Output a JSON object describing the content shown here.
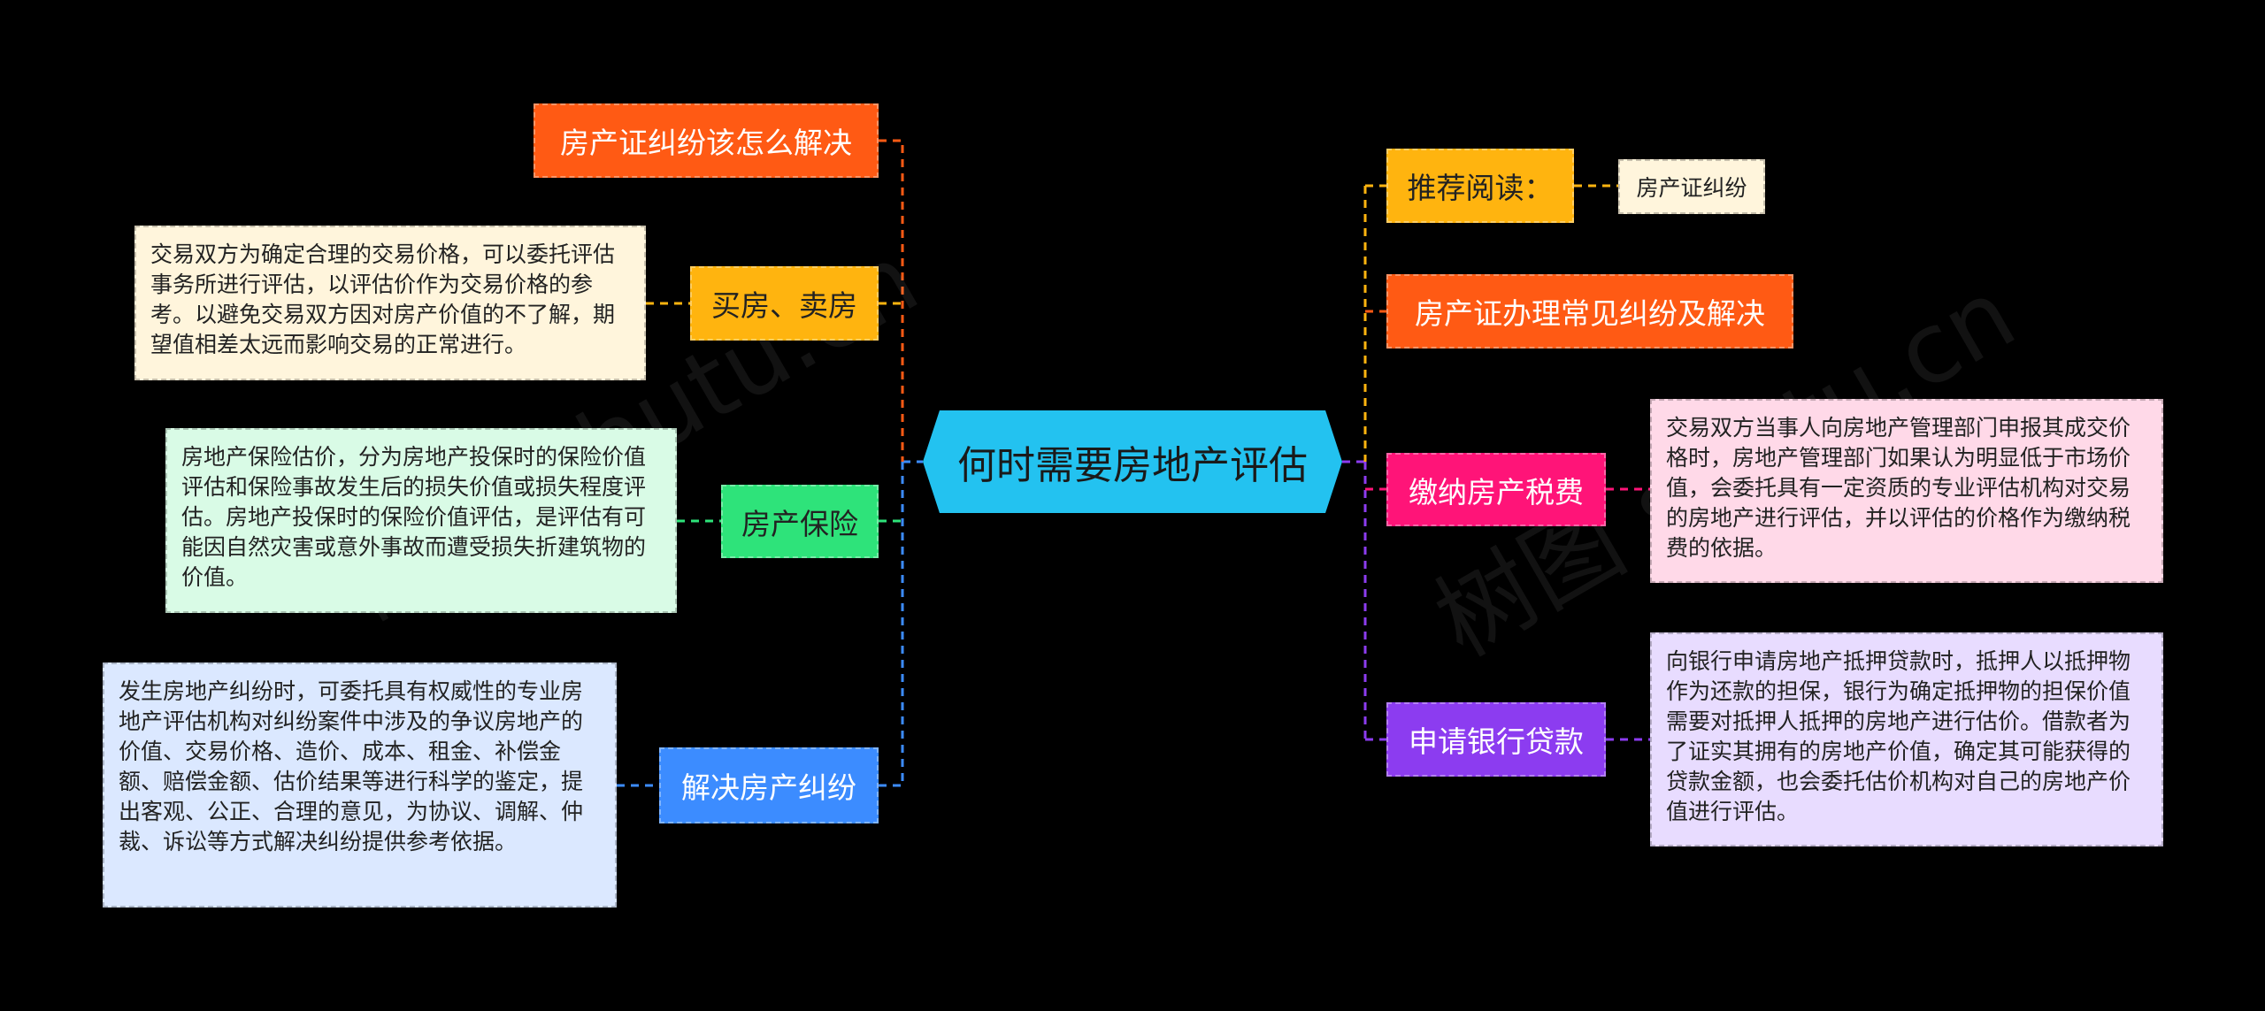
{
  "root": {
    "label": "何时需要房地产评估"
  },
  "left": [
    {
      "label": "房产证纠纷该怎么解决",
      "color": "#ff5a14"
    },
    {
      "label": "买房、卖房",
      "color": "#ffb40f",
      "note": "交易双方为确定合理的交易价格，可以委托评估事务所进行评估，以评估价作为交易价格的参考。以避免交易双方因对房产价值的不了解，期望值相差太远而影响交易的正常进行。",
      "note_color": "#fff5dc"
    },
    {
      "label": "房产保险",
      "color": "#2ee37a",
      "note": "房地产保险估价，分为房地产投保时的保险价值评估和保险事故发生后的损失价值或损失程度评估。房地产投保时的保险价值评估，是评估有可能因自然灾害或意外事故而遭受损失折建筑物的价值。",
      "note_color": "#d9fbe6"
    },
    {
      "label": "解决房产纠纷",
      "color": "#3c8cff",
      "note": "发生房地产纠纷时，可委托具有权威性的专业房地产评估机构对纠纷案件中涉及的争议房地产的价值、交易价格、造价、成本、租金、补偿金额、赔偿金额、估价结果等进行科学的鉴定，提出客观、公正、合理的意见，为协议、调解、仲裁、诉讼等方式解决纠纷提供参考依据。",
      "note_color": "#dbe8ff"
    }
  ],
  "right": [
    {
      "label": "推荐阅读：",
      "color": "#ffb40f",
      "sub": "房产证纠纷",
      "sub_color": "#fff5dc"
    },
    {
      "label": "房产证办理常见纠纷及解决",
      "color": "#ff5a14"
    },
    {
      "label": "缴纳房产税费",
      "color": "#ff1478",
      "note": "交易双方当事人向房地产管理部门申报其成交价格时，房地产管理部门如果认为明显低于市场价值，会委托具有一定资质的专业评估机构对交易的房地产进行评估，并以评估的价格作为缴纳税费的依据。",
      "note_color": "#ffd9e8"
    },
    {
      "label": "申请银行贷款",
      "color": "#8c3cf0",
      "note": "向银行申请房地产抵押贷款时，抵押人以抵押物作为还款的担保，银行为确定抵押物的担保价值需要对抵押人抵押的房地产进行估价。借款者为了证实其拥有的房地产价值，确定其可能获得的贷款金额，也会委托估价机构对自己的房地产价值进行评估。",
      "note_color": "#e8dcff"
    }
  ],
  "colors": {
    "background": "#000000",
    "root": "#23c2f0"
  }
}
